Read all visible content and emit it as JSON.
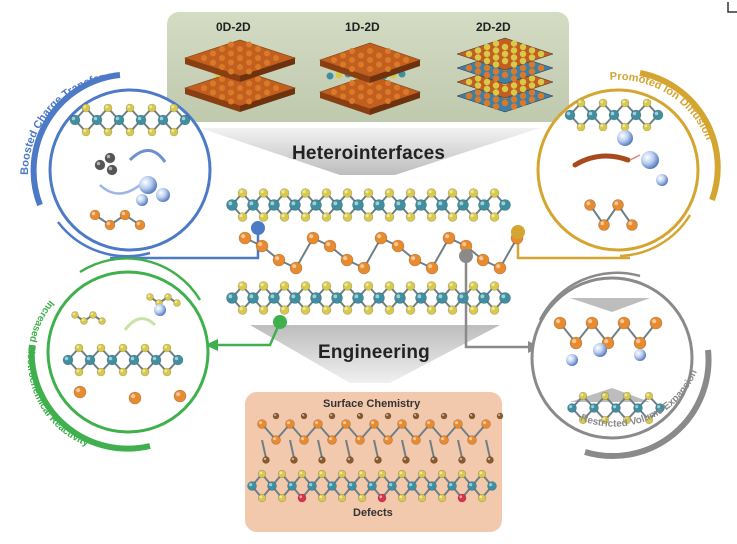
{
  "top_panel": {
    "labels": [
      "0D-2D",
      "1D-2D",
      "2D-2D"
    ]
  },
  "heterointerfaces": "Heterointerfaces",
  "engineering": "Engineering",
  "bottom_panel": {
    "surface_chemistry": "Surface Chemistry",
    "defects": "Defects"
  },
  "effects": {
    "top_left": "Boosted Charge Transfer",
    "top_right": "Promoted Ion Diffusion",
    "bottom_left": "Increased Electrochemical Reactivity",
    "bottom_right": "Restricted Volume Expansion"
  },
  "colors": {
    "top_left": "#4d7ac6",
    "top_right": "#d4a531",
    "bottom_left": "#3fb04d",
    "bottom_right": "#8a8a8a",
    "metal_atom": "#3e8fa0",
    "chalcogen_atom": "#d9c94b",
    "orange_atom": "#e88a2e"
  }
}
